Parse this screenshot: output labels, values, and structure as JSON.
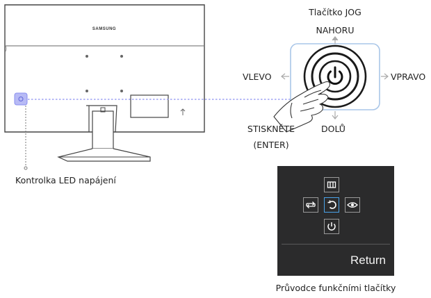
{
  "monitor": {
    "brand": "SAMSUNG"
  },
  "jog": {
    "title": "Tlačítko JOG",
    "up": "NAHORU",
    "left": "VLEVO",
    "right": "VPRAVO",
    "down": "DOLŮ",
    "press_line1": "STISKNĚTE",
    "press_line2": "(ENTER)"
  },
  "led": {
    "label": "Kontrolka LED napájení"
  },
  "guide": {
    "return_label": "Return",
    "caption": "Průvodce funkčními tlačítky",
    "icons": [
      "menu-icon",
      "swap-source-icon",
      "return-icon",
      "eye-saver-icon",
      "power-icon"
    ]
  },
  "colors": {
    "accent": "#8a8ff0",
    "jog_frame": "#a9c6e8",
    "panel_bg": "#2b2b2c",
    "selected": "#4aa3e8"
  }
}
